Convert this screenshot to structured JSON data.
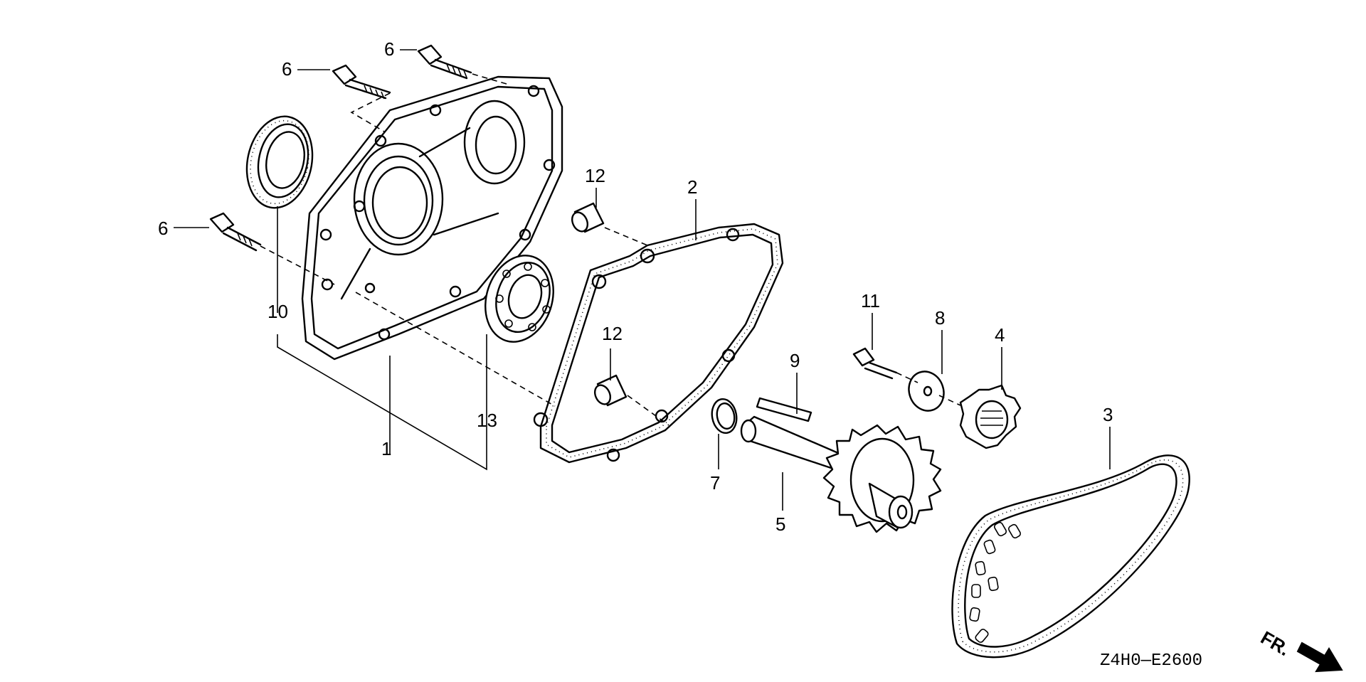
{
  "callouts": [
    {
      "id": "1",
      "label": "1"
    },
    {
      "id": "2",
      "label": "2"
    },
    {
      "id": "3",
      "label": "3"
    },
    {
      "id": "4",
      "label": "4"
    },
    {
      "id": "5",
      "label": "5"
    },
    {
      "id": "6a",
      "label": "6"
    },
    {
      "id": "6b",
      "label": "6"
    },
    {
      "id": "6c",
      "label": "6"
    },
    {
      "id": "7",
      "label": "7"
    },
    {
      "id": "8",
      "label": "8"
    },
    {
      "id": "9",
      "label": "9"
    },
    {
      "id": "10",
      "label": "10"
    },
    {
      "id": "11",
      "label": "11"
    },
    {
      "id": "12a",
      "label": "12"
    },
    {
      "id": "12b",
      "label": "12"
    },
    {
      "id": "13",
      "label": "13"
    }
  ],
  "diagram_code": "Z4H0—E2600",
  "front_indicator": "FR.",
  "icons": [
    "front-direction-arrow-icon"
  ]
}
